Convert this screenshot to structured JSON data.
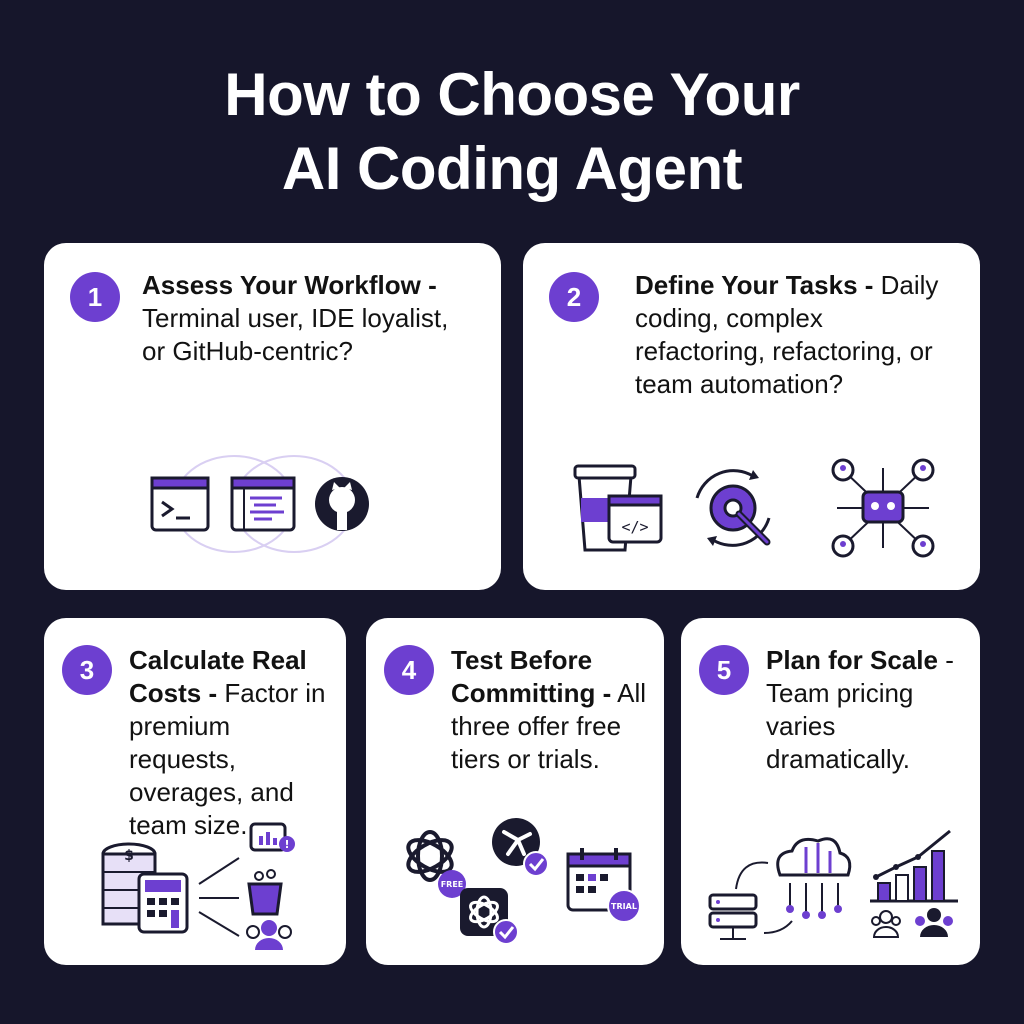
{
  "title": {
    "line1": "How to Choose Your",
    "line2": "AI Coding Agent"
  },
  "colors": {
    "background": "#16162b",
    "accent": "#6d3fd0",
    "card": "#ffffff",
    "text": "#121212"
  },
  "steps": [
    {
      "number": "1",
      "heading": "Assess Your Workflow -",
      "body": "Terminal user, IDE loyalist, or GitHub-centric?",
      "icons": [
        "terminal-window-icon",
        "ide-code-window-icon",
        "github-logo-icon"
      ]
    },
    {
      "number": "2",
      "heading": "Define Your Tasks -",
      "body": "Daily coding, complex refactoring, refactoring, or team automation?",
      "icons": [
        "coffee-cup-code-icon",
        "gear-wrench-cycle-icon",
        "robot-team-network-icon"
      ]
    },
    {
      "number": "3",
      "heading": "Calculate Real Costs -",
      "body": "Factor in premium requests, overages, and team size.",
      "icons": [
        "coin-stack-calculator-icon",
        "premium-requests-chart-icon",
        "overflow-bucket-icon",
        "team-icon"
      ]
    },
    {
      "number": "4",
      "heading": "Test Before Committing -",
      "body": "All three offer free tiers or trials.",
      "icons": [
        "openai-free-icon",
        "agent-check-icon",
        "openai-check-icon",
        "calendar-trial-icon"
      ],
      "badges": {
        "free": "FREE",
        "trial": "TRIAL"
      }
    },
    {
      "number": "5",
      "heading": "Plan for Scale",
      "body": "- Team pricing varies dramatically.",
      "icons": [
        "server-icon",
        "cloud-network-icon",
        "growth-bar-chart-icon",
        "small-team-icon",
        "large-team-icon"
      ]
    }
  ]
}
